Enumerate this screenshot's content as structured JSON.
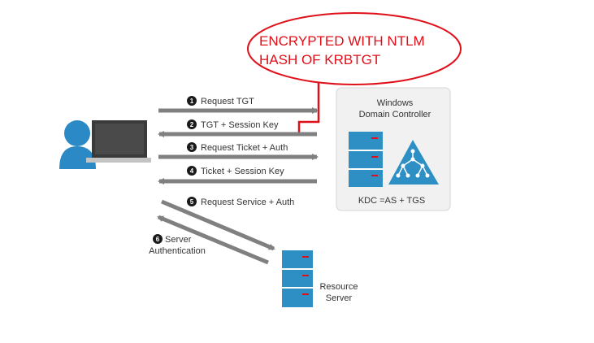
{
  "callout": {
    "line1": "ENCRYPTED WITH NTLM",
    "line2": "HASH OF KRBTGT"
  },
  "domain_controller": {
    "title_line1": "Windows",
    "title_line2": "Domain Controller",
    "kdc_label": "KDC =AS + TGS"
  },
  "resource_server": {
    "line1": "Resource",
    "line2": "Server"
  },
  "steps": [
    {
      "number": "1",
      "label": "Request TGT"
    },
    {
      "number": "2",
      "label": "TGT + Session Key"
    },
    {
      "number": "3",
      "label": "Request Ticket + Auth"
    },
    {
      "number": "4",
      "label": "Ticket + Session Key"
    },
    {
      "number": "5",
      "label": "Request Service + Auth"
    },
    {
      "number": "6",
      "label_line1": "Server",
      "label_line2": "Authentication"
    }
  ],
  "colors": {
    "arrow": "#808080",
    "callout": "#e0101a",
    "server_blue": "#2d8fc4",
    "panel": "#f1f1f1",
    "user_blue": "#2b8ac6",
    "badge": "#1a1a1a"
  },
  "icons": [
    "user-icon",
    "laptop-icon",
    "server-icon",
    "network-tree-icon"
  ]
}
